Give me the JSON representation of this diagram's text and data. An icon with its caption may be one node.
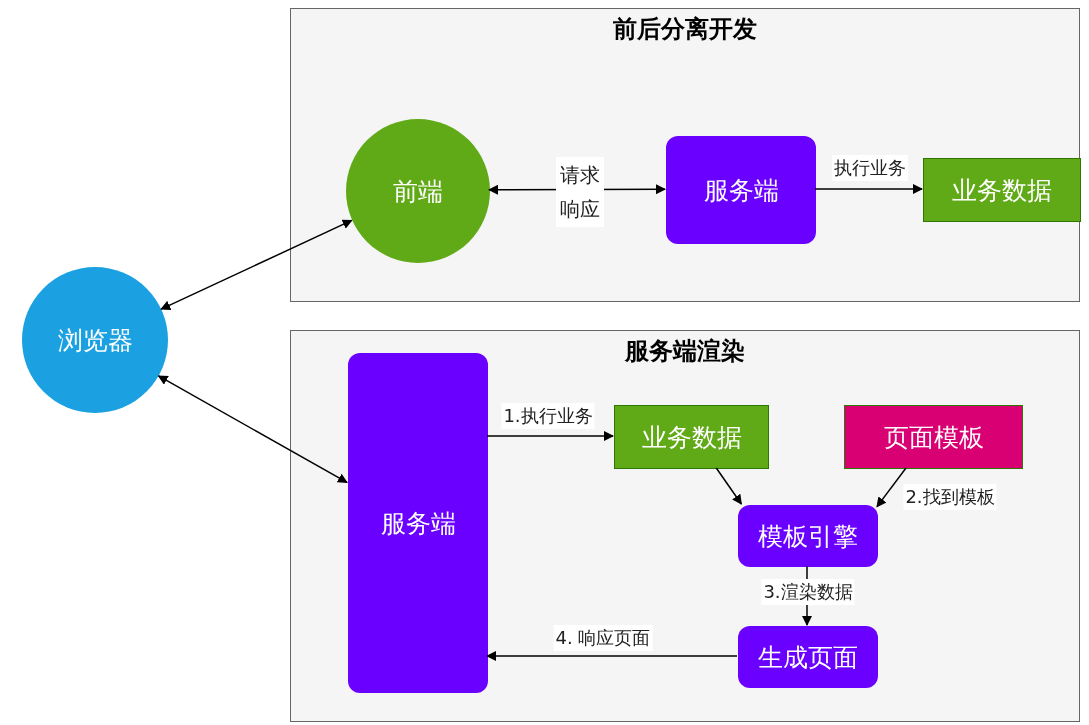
{
  "diagram": {
    "nodes": [
      {
        "text": [
          "前后分离开发"
        ]
      },
      {
        "text": [
          "前端"
        ],
        "in": 0
      },
      {
        "text": [
          "服务端"
        ],
        "in": 0
      },
      {
        "text": [
          "业务数据"
        ],
        "in": 0
      },
      {
        "text": [
          "浏览器"
        ]
      },
      {
        "text": [
          "服务端渲染"
        ]
      },
      {
        "text": [
          "服务端"
        ],
        "in": 5
      },
      {
        "text": [
          "业务数据"
        ],
        "in": 5
      },
      {
        "text": [
          "页面模板"
        ],
        "in": 5
      },
      {
        "text": [
          "模板引擎"
        ],
        "in": 5
      },
      {
        "text": [
          "生成页面"
        ],
        "in": 5
      }
    ],
    "edges": [
      {
        "from": 4,
        "to": 1,
        "arrow": "both"
      },
      {
        "from": 1,
        "to": 2,
        "arrow": "both",
        "label": "请求响应"
      },
      {
        "from": 2,
        "to": 3,
        "arrow": "to",
        "label": "执行业务"
      },
      {
        "from": 4,
        "to": 6,
        "arrow": "both"
      },
      {
        "from": 6,
        "to": 7,
        "arrow": "to",
        "label": "1.执行业务"
      },
      {
        "from": 7,
        "to": 9,
        "arrow": "to"
      },
      {
        "from": 8,
        "to": 9,
        "arrow": "to",
        "label": "2.找到模板"
      },
      {
        "from": 9,
        "to": 10,
        "arrow": "to",
        "label": "3.渲染数据"
      },
      {
        "from": 10,
        "to": 6,
        "arrow": "to",
        "label": "4. 响应页面"
      }
    ]
  }
}
